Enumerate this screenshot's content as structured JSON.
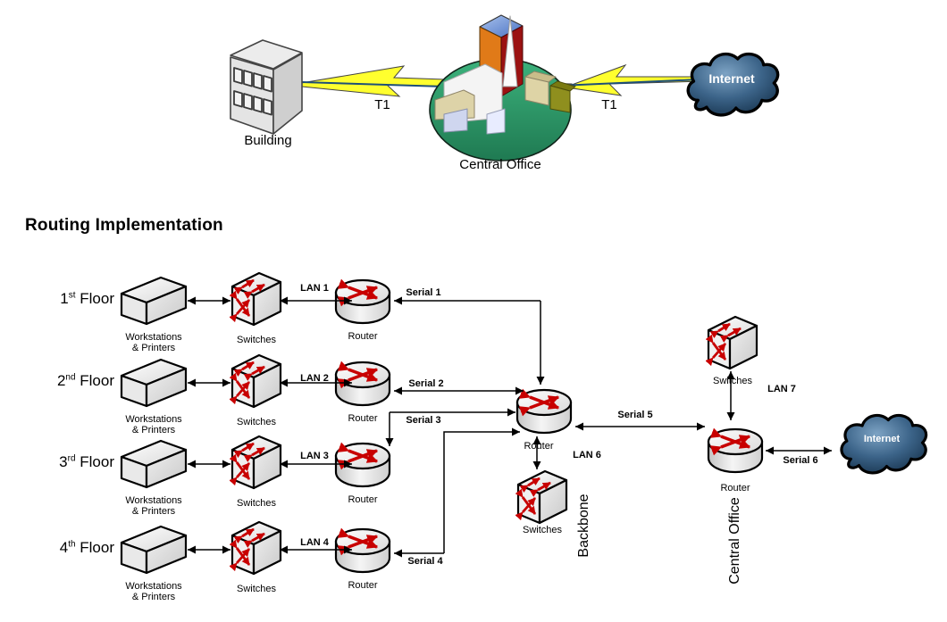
{
  "overview": {
    "building_label": "Building",
    "central_office_label": "Central Office",
    "internet_label": "Internet",
    "t1_left": "T1",
    "t1_right": "T1"
  },
  "heading": "Routing Implementation",
  "floors": [
    {
      "number": "1",
      "ordinal": "st",
      "word": "Floor",
      "workstations_line1": "Workstations",
      "workstations_line2": "& Printers",
      "switches_label": "Switches",
      "router_label": "Router",
      "lan_label": "LAN 1",
      "serial_label": "Serial 1"
    },
    {
      "number": "2",
      "ordinal": "nd",
      "word": "Floor",
      "workstations_line1": "Workstations",
      "workstations_line2": "& Printers",
      "switches_label": "Switches",
      "router_label": "Router",
      "lan_label": "LAN 2",
      "serial_label": "Serial 2"
    },
    {
      "number": "3",
      "ordinal": "rd",
      "word": "Floor",
      "workstations_line1": "Workstations",
      "workstations_line2": "& Printers",
      "switches_label": "Switches",
      "router_label": "Router",
      "lan_label": "LAN 3",
      "serial_label": "Serial 3"
    },
    {
      "number": "4",
      "ordinal": "th",
      "word": "Floor",
      "workstations_line1": "Workstations",
      "workstations_line2": "& Printers",
      "switches_label": "Switches",
      "router_label": "Router",
      "lan_label": "LAN 4",
      "serial_label": "Serial 4"
    }
  ],
  "backbone": {
    "router_label": "Router",
    "lan_label": "LAN 6",
    "switches_label": "Switches",
    "section_label": "Backbone",
    "serial_label": "Serial 5"
  },
  "central_office": {
    "switches_label": "Switches",
    "lan_label": "LAN 7",
    "router_label": "Router",
    "section_label": "Central Office",
    "serial_label": "Serial 6",
    "internet_label": "Internet"
  },
  "colors": {
    "lightning_yellow": "#FFFF2E",
    "cloud_dark": "#132E47",
    "cloud_light": "#7DA3C4",
    "device_arrow_red": "#C80000",
    "campus_green": "#2FA06E",
    "wan_line_blue": "#1D4E79",
    "line_black": "#000000"
  }
}
